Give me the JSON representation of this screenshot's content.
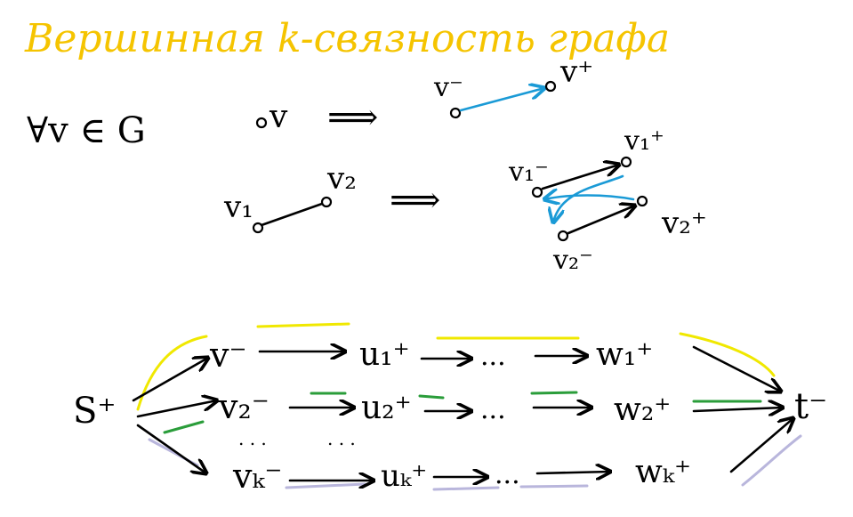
{
  "title": "Вершинная k-связность графа",
  "colors": {
    "title": "#f5c400",
    "ink": "#000000",
    "blue": "#1a9ad6",
    "yellow": "#f0e800",
    "green": "#2a9d3a",
    "lavender": "#b9b6dc"
  },
  "rule1": {
    "forall": "∀v ∈ G",
    "vertex": "v",
    "arrow": "⟹",
    "v_minus": "v⁻",
    "v_plus": "v⁺"
  },
  "rule2": {
    "v1": "v₁",
    "v2": "v₂",
    "arrow": "⟹",
    "v1_minus": "v₁⁻",
    "v1_plus": "v₁⁺",
    "v2_minus": "v₂⁻",
    "v2_plus": "v₂⁺"
  },
  "network": {
    "source": "S⁺",
    "sink": "t⁻",
    "rows": [
      {
        "v": "v⁻",
        "u": "u₁⁺",
        "w": "w₁⁺"
      },
      {
        "v": "v₂⁻",
        "u": "u₂⁺",
        "w": "w₂⁺"
      },
      {
        "v": "vₖ⁻",
        "u": "uₖ⁺",
        "w": "wₖ⁺"
      }
    ],
    "dots": "...",
    "vdots": ". . ."
  }
}
